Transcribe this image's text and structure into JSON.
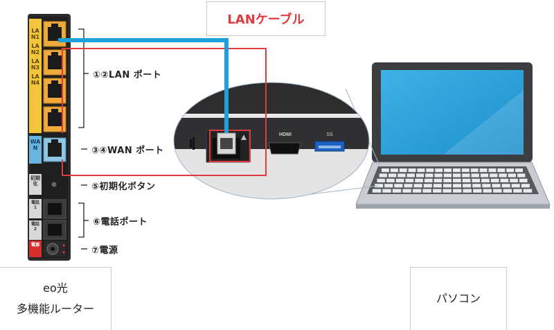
{
  "cable_label": "LANケーブル",
  "router": {
    "lan_ports": [
      "LAN1",
      "LAN2",
      "LAN3",
      "LAN4"
    ],
    "wan_label": "WAN",
    "reset_label": "初期化",
    "tel_ports": [
      "電話1",
      "電話2"
    ],
    "power_label": "電源"
  },
  "callouts": {
    "lan": "①②LAN ポート",
    "wan": "③④WAN ポート",
    "reset": "⑤初期化ボタン",
    "tel": "⑥電話ポート",
    "power": "⑦電源"
  },
  "pc_ports": {
    "hdmi": "HDMI",
    "usb": "SS"
  },
  "router_box": {
    "line1": "eo光",
    "line2": "多機能ルーター"
  },
  "pc_box": {
    "label": "パソコン"
  },
  "colors": {
    "cable": "#1ea0dc",
    "highlight": "#e0393e",
    "lan_port": "#f0a93b"
  }
}
